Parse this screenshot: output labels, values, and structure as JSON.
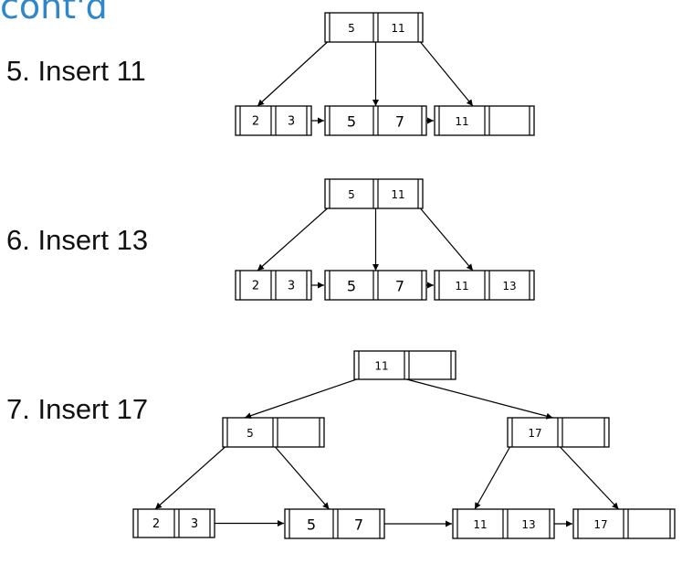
{
  "title": "cont'd",
  "steps": [
    {
      "label": "5. Insert 11",
      "nodes": [
        {
          "id": "root",
          "keys": [
            "5",
            "11"
          ]
        },
        {
          "id": "leaf-a",
          "keys": [
            "2",
            "3"
          ]
        },
        {
          "id": "leaf-b",
          "keys": [
            "5",
            "7"
          ]
        },
        {
          "id": "leaf-c",
          "keys": [
            "11",
            ""
          ]
        }
      ]
    },
    {
      "label": "6. Insert 13",
      "nodes": [
        {
          "id": "root",
          "keys": [
            "5",
            "11"
          ]
        },
        {
          "id": "leaf-a",
          "keys": [
            "2",
            "3"
          ]
        },
        {
          "id": "leaf-b",
          "keys": [
            "5",
            "7"
          ]
        },
        {
          "id": "leaf-c",
          "keys": [
            "11",
            "13"
          ]
        }
      ]
    },
    {
      "label": "7. Insert 17",
      "nodes": [
        {
          "id": "root",
          "keys": [
            "11",
            ""
          ]
        },
        {
          "id": "inner-left",
          "keys": [
            "5",
            ""
          ]
        },
        {
          "id": "inner-right",
          "keys": [
            "17",
            ""
          ]
        },
        {
          "id": "leaf-a",
          "keys": [
            "2",
            "3"
          ]
        },
        {
          "id": "leaf-b",
          "keys": [
            "5",
            "7"
          ]
        },
        {
          "id": "leaf-c",
          "keys": [
            "11",
            "13"
          ]
        },
        {
          "id": "leaf-d",
          "keys": [
            "17",
            ""
          ]
        }
      ]
    }
  ]
}
